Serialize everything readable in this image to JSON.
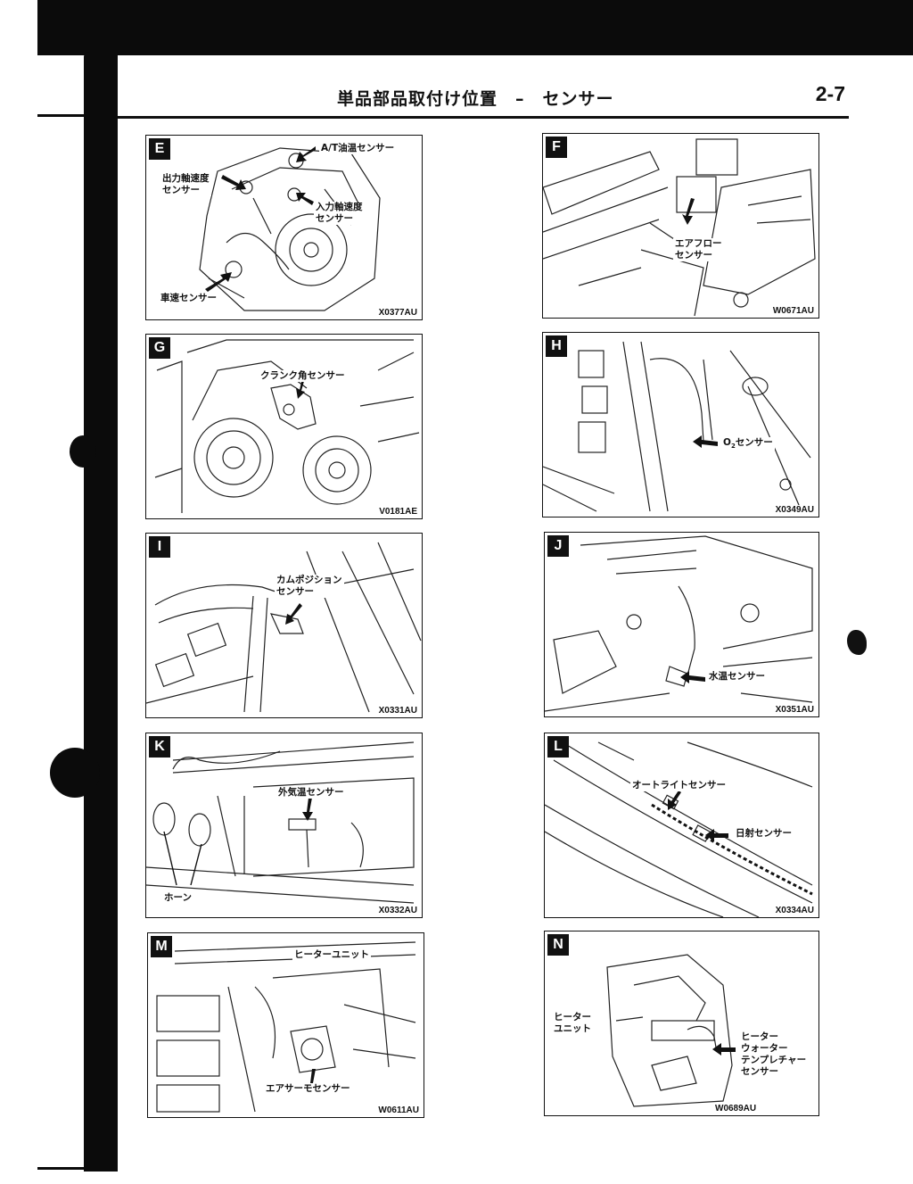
{
  "header": {
    "title": "単品部品取付け位置　–　センサー",
    "page": "2-7"
  },
  "panels": {
    "E": {
      "letter": "E",
      "code": "X0377AU",
      "labels": {
        "at_oil": "A/T油温センサー",
        "output_speed": "出力軸速度\nセンサー",
        "input_speed": "入力軸速度\nセンサー",
        "vehicle_speed": "車速センサー"
      }
    },
    "F": {
      "letter": "F",
      "code": "W0671AU",
      "labels": {
        "airflow": "エアフロー\nセンサー"
      }
    },
    "G": {
      "letter": "G",
      "code": "V0181AE",
      "labels": {
        "crank": "クランク角センサー"
      }
    },
    "H": {
      "letter": "H",
      "code": "X0349AU",
      "labels": {
        "o2_main": "O",
        "o2_sub": "2",
        "o2_tail": "センサー"
      }
    },
    "I": {
      "letter": "I",
      "code": "X0331AU",
      "labels": {
        "cam": "カムポジション\nセンサー"
      }
    },
    "J": {
      "letter": "J",
      "code": "X0351AU",
      "labels": {
        "water_temp": "水温センサー"
      }
    },
    "K": {
      "letter": "K",
      "code": "X0332AU",
      "labels": {
        "outside_temp": "外気温センサー",
        "horn": "ホーン"
      }
    },
    "L": {
      "letter": "L",
      "code": "X0334AU",
      "labels": {
        "autolight": "オートライトセンサー",
        "solar": "日射センサー"
      }
    },
    "M": {
      "letter": "M",
      "code": "W0611AU",
      "labels": {
        "heater_unit": "ヒーターユニット",
        "air_thermo": "エアサーモセンサー"
      }
    },
    "N": {
      "letter": "N",
      "code": "W0689AU",
      "labels": {
        "heater_unit": "ヒーター\nユニット",
        "water_temp": "ヒーター\nウォーター\nテンプレチャー\nセンサー"
      }
    }
  }
}
